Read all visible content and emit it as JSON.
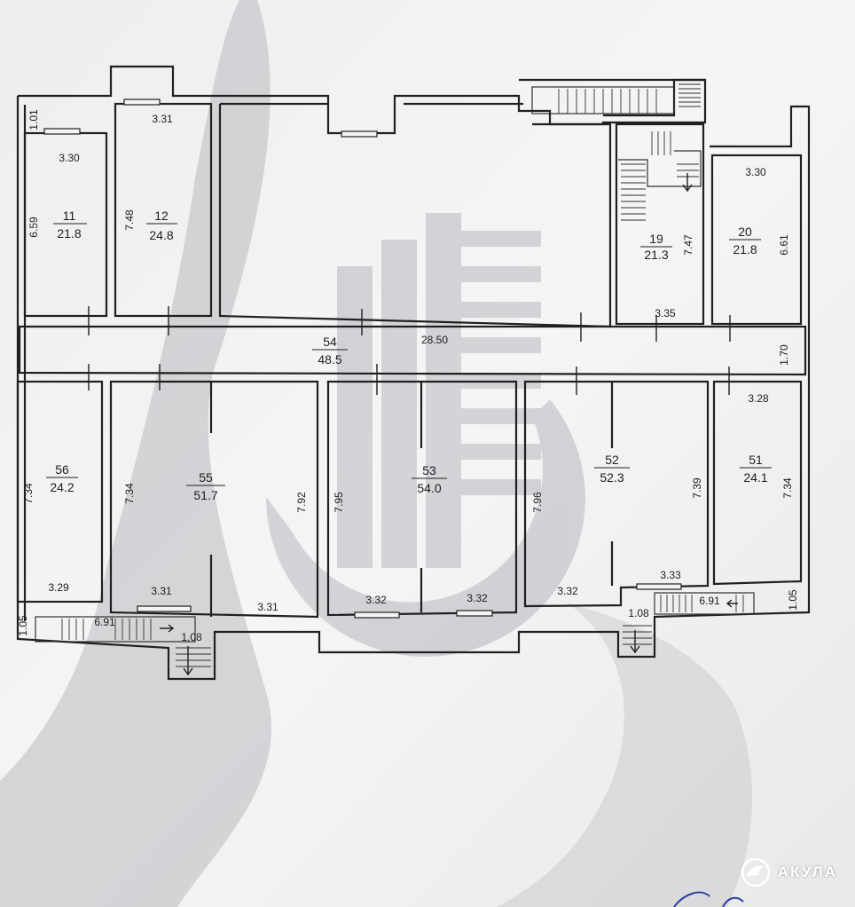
{
  "rooms": [
    {
      "id": "room-11",
      "number": "11",
      "area": "21.8"
    },
    {
      "id": "room-12",
      "number": "12",
      "area": "24.8"
    },
    {
      "id": "room-19",
      "number": "19",
      "area": "21.3"
    },
    {
      "id": "room-20",
      "number": "20",
      "area": "21.8"
    },
    {
      "id": "room-54",
      "number": "54",
      "area": "48.5"
    },
    {
      "id": "room-56",
      "number": "56",
      "area": "24.2"
    },
    {
      "id": "room-55",
      "number": "55",
      "area": "51.7"
    },
    {
      "id": "room-53",
      "number": "53",
      "area": "54.0"
    },
    {
      "id": "room-52",
      "number": "52",
      "area": "52.3"
    },
    {
      "id": "room-51",
      "number": "51",
      "area": "24.1"
    }
  ],
  "dimensions": [
    "1.01",
    "3.30",
    "3.31",
    "6.59",
    "7.48",
    "7.47",
    "3.30",
    "6.61",
    "3.35",
    "28.50",
    "1.70",
    "3.28",
    "7.34",
    "7.34",
    "7.92",
    "7.95",
    "7.96",
    "7.39",
    "7.34",
    "3.29",
    "3.31",
    "3.31",
    "3.32",
    "3.32",
    "3.32",
    "3.33",
    "1.05",
    "6.91",
    "1.08",
    "1.08",
    "6.91",
    "1.05"
  ],
  "watermark": {
    "text": "АКУЛА",
    "logo_icon": "shark-logo-icon"
  },
  "colors": {
    "paper": "#f3f3f3",
    "ink": "#202020",
    "shadow": "#9a9ca4"
  }
}
